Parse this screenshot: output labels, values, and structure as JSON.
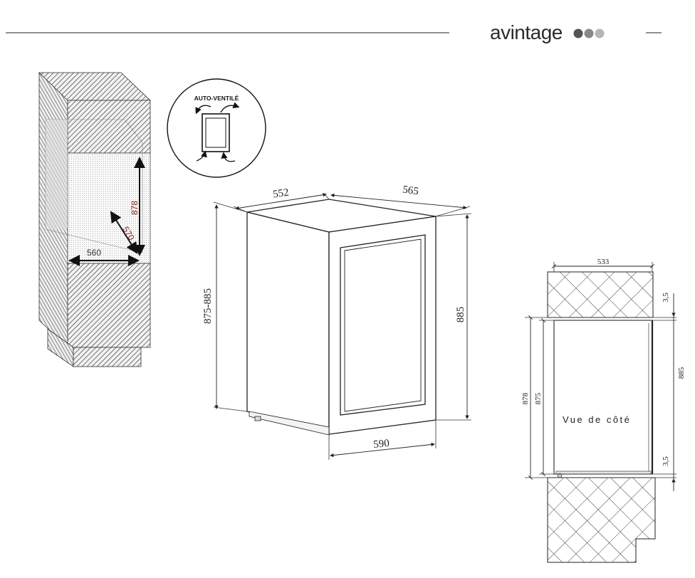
{
  "brand": {
    "name": "avintage",
    "dot_colors": [
      "#555555",
      "#888888",
      "#b5b5b5"
    ]
  },
  "badge": {
    "label": "AUTO-VENTILÉ"
  },
  "cabinet_view": {
    "height_label": "878",
    "depth_label": "570",
    "width_label": "560"
  },
  "front_view": {
    "top_width_label": "552",
    "top_depth_label": "565",
    "left_height_label": "875-885",
    "right_height_label": "885",
    "bottom_width_label": "590"
  },
  "side_view": {
    "caption": "Vue de côté",
    "top_width_label": "533",
    "top_gap_label": "3,5",
    "bottom_gap_label": "3,5",
    "height_878_label": "878",
    "height_875_label": "875",
    "height_885_label": "885"
  }
}
